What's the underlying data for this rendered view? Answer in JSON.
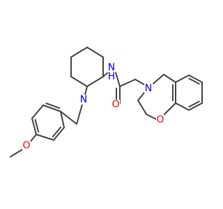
{
  "molecule": {
    "atom_colors": {
      "N": "#0000ff",
      "O": "#ff0000"
    },
    "labels": {
      "amide_n": {
        "text": "N",
        "element": "N"
      },
      "amide_h": {
        "text": "H",
        "element": "N"
      },
      "piperidine_n": {
        "text": "N",
        "element": "N"
      },
      "carbonyl_o": {
        "text": "O",
        "element": "O"
      },
      "benzoxazepine_n": {
        "text": "N",
        "element": "N"
      },
      "benzoxazepine_o": {
        "text": "O",
        "element": "O"
      },
      "methoxy_o": {
        "text": "O",
        "element": "O"
      }
    }
  }
}
